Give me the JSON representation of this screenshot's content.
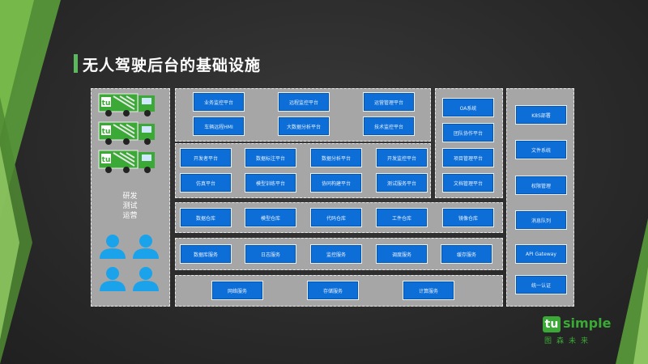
{
  "title": "无人驾驶后台的基础设施",
  "left_panel": {
    "lines": [
      "研发",
      "测试",
      "运营"
    ]
  },
  "row1": [
    "业务监控平台",
    "远程监控平台",
    "运营管理平台",
    "车辆远程HMI",
    "大数据分析平台",
    "技术监控平台"
  ],
  "row2": [
    "开发者平台",
    "数据标注平台",
    "数据分析平台",
    "开发监控平台",
    "仿真平台",
    "模型训练平台",
    "协同构建平台",
    "测试服务平台"
  ],
  "col3": [
    "OA系统",
    "团队协作平台",
    "项目管理平台",
    "文档管理平台"
  ],
  "row3": [
    "数据仓库",
    "模型仓库",
    "代码仓库",
    "工件仓库",
    "镜像仓库"
  ],
  "row4": [
    "数据库服务",
    "日志服务",
    "监控服务",
    "调度服务",
    "缓存服务"
  ],
  "row5": [
    "网络服务",
    "存储服务",
    "计算服务"
  ],
  "col4": [
    "K8S部署",
    "文件系统",
    "权限管理",
    "消息队列",
    "API Gateway",
    "统一认证"
  ],
  "logo": {
    "badge": "tu",
    "word": "simple",
    "cn": "图森未来"
  },
  "colors": {
    "accent": "#5cb85c",
    "box": "#0c6ed6",
    "panel": "#a6a6a6",
    "brand": "#3aa935"
  }
}
